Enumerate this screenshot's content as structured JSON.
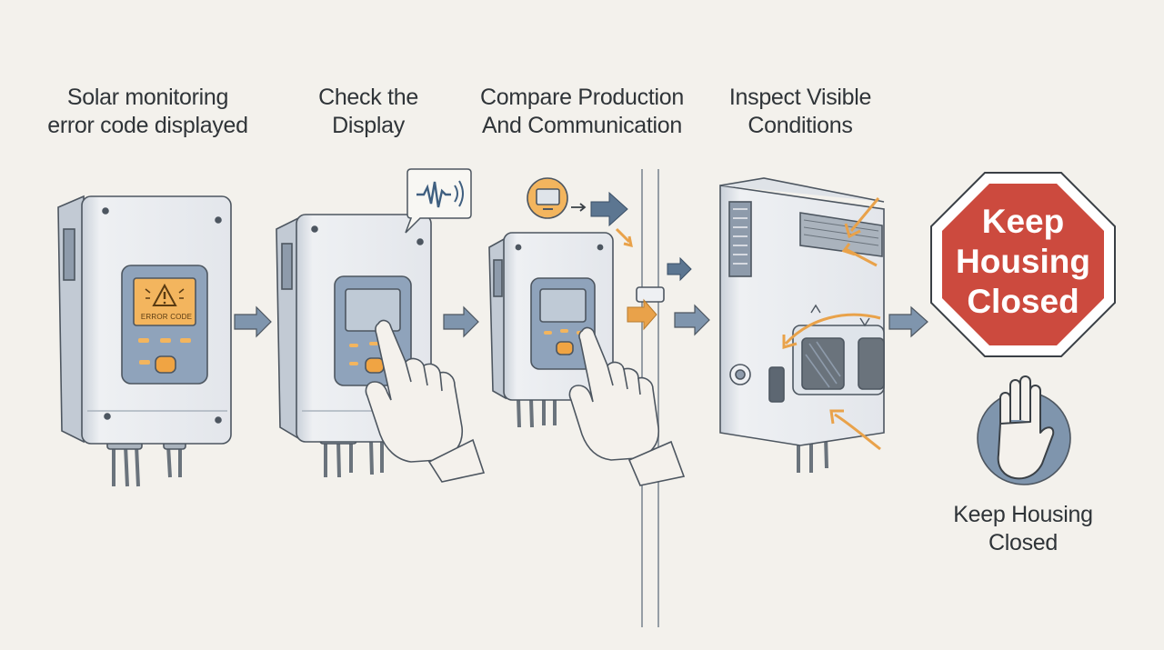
{
  "steps": [
    {
      "line1": "Solar monitoring",
      "line2": "error code displayed"
    },
    {
      "line1": "Check the",
      "line2": "Display"
    },
    {
      "line1": "Compare Production",
      "line2": "And Communication"
    },
    {
      "line1": "Inspect Visible",
      "line2": "Conditions"
    }
  ],
  "stop_sign": {
    "line1": "Keep",
    "line2": "Housing",
    "line3": "Closed"
  },
  "final_caption": {
    "line1": "Keep Housing",
    "line2": "Closed"
  },
  "screen_text": "ERROR CODE",
  "colors": {
    "background": "#f3f1ec",
    "device_body": "#e9ebef",
    "panel": "#8fa3bb",
    "screen": "#bfcad6",
    "error_screen": "#f3b55e",
    "accent_orange": "#e9a24a",
    "arrow_blue": "#5c7691",
    "stop_red": "#cc4a3e",
    "hand_circle": "#7f95ad",
    "text": "#2f3438"
  },
  "icons": [
    "warning-icon",
    "signal-wave-icon",
    "monitor-icon",
    "hand-pointer-icon",
    "stop-hand-icon",
    "stop-sign-icon"
  ]
}
